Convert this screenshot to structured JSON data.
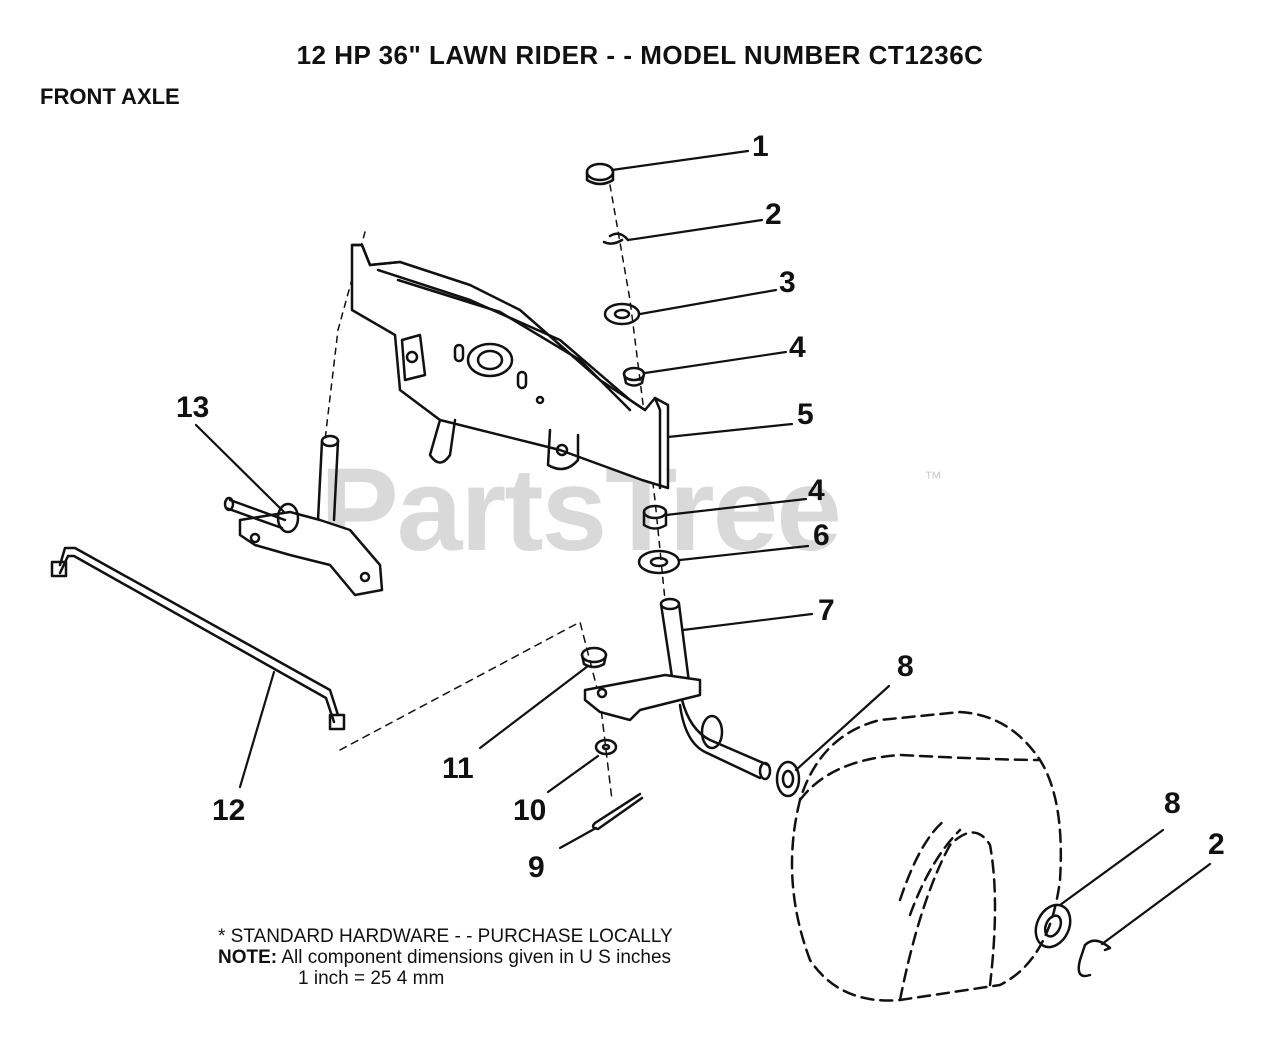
{
  "title": "12 HP 36\" LAWN RIDER - - MODEL NUMBER CT1236C",
  "section": "FRONT AXLE",
  "watermark": {
    "text": "PartsTree",
    "tm": "™"
  },
  "callouts": {
    "c1": "1",
    "c2a": "2",
    "c3": "3",
    "c4a": "4",
    "c5": "5",
    "c4b": "4",
    "c6": "6",
    "c7": "7",
    "c8a": "8",
    "c11": "11",
    "c10": "10",
    "c9": "9",
    "c12": "12",
    "c13": "13",
    "c8b": "8",
    "c2b": "2"
  },
  "notes": {
    "hardware": "* STANDARD HARDWARE - - PURCHASE LOCALLY",
    "note_label": "NOTE:",
    "note_text": "All component dimensions given in U S  inches",
    "conversion": "1 inch = 25 4 mm"
  }
}
